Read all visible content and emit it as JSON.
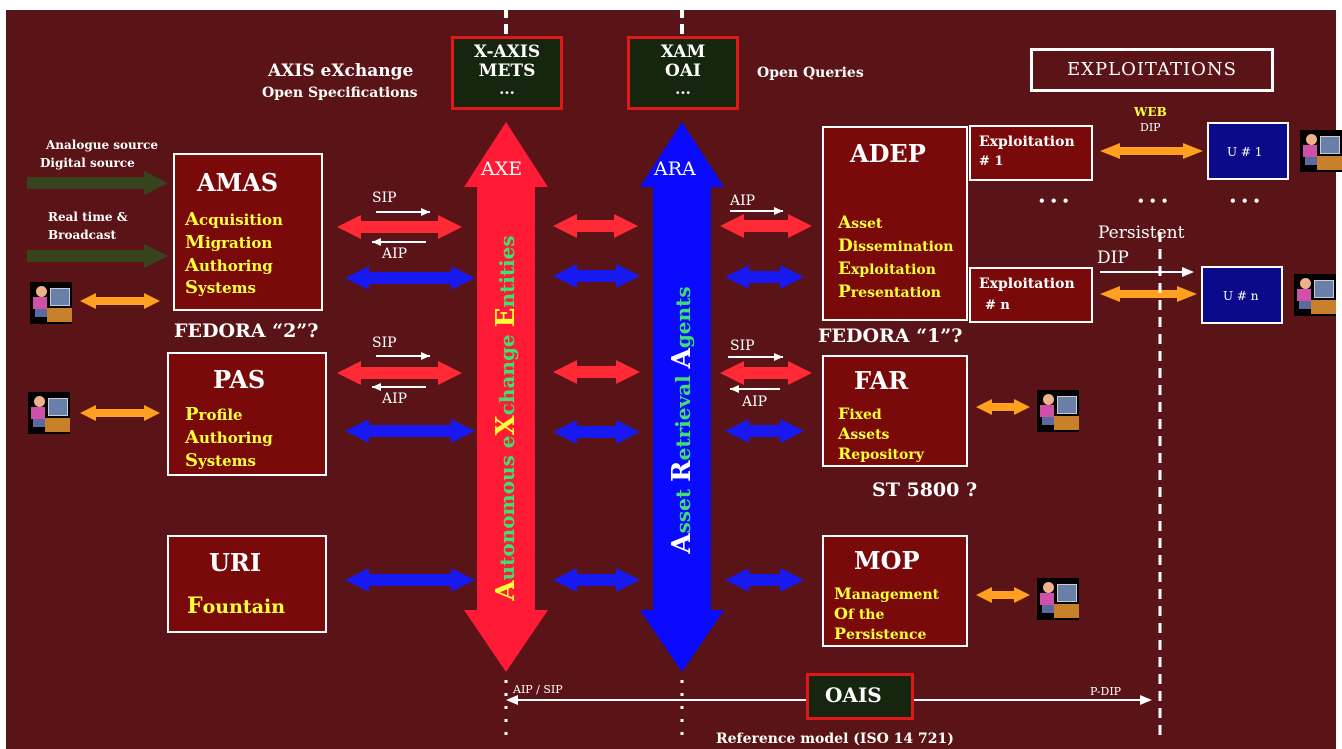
{
  "colors": {
    "background": "#5a1316",
    "box_fill": "#7a0a0a",
    "user_box_fill": "#0a0a8a",
    "doc_fill": "#16260e",
    "doc_border": "#e01818",
    "axe_arrow": "#ff1a35",
    "ara_arrow": "#0a0aff",
    "exchange_red": "#ff2a35",
    "exchange_blue": "#1818f0",
    "user_arrow": "#ffa020",
    "input_arrow": "#36441e",
    "highlight_text": "#ffff3a",
    "axe_label_green": "#3ee070"
  },
  "top": {
    "axis_doc": {
      "lines": [
        "X-AXIS",
        "METS",
        "..."
      ]
    },
    "xam_doc": {
      "lines": [
        "XAM",
        "OAI",
        "..."
      ]
    },
    "axis_caption": [
      "AXIS eXchange",
      "Open Specifications"
    ],
    "open_queries": "Open Queries",
    "exploitations": "EXPLOITATIONS"
  },
  "inputs": {
    "analogue": "Analogue source",
    "digital": "Digital source",
    "realtime": "Real time &",
    "broadcast": "Broadcast"
  },
  "amas": {
    "title": "AMAS",
    "lines": [
      {
        "first": "A",
        "rest": "cquisition"
      },
      {
        "first": "M",
        "rest": "igration"
      },
      {
        "first": "A",
        "rest": "uthoring"
      },
      {
        "first": "S",
        "rest": "ystems"
      }
    ]
  },
  "fedora2": "FEDORA “2”?",
  "pas": {
    "title": "PAS",
    "lines": [
      {
        "first": "P",
        "rest": "rofile"
      },
      {
        "first": "A",
        "rest": "uthoring"
      },
      {
        "first": "S",
        "rest": "ystems"
      }
    ]
  },
  "uri": {
    "title": "URI",
    "first": "F",
    "rest": "ountain"
  },
  "axe": {
    "label": "AXE",
    "vertical": [
      {
        "first": "A",
        "rest": "utonomous "
      },
      {
        "first": "e",
        "rest": ""
      },
      {
        "first": "X",
        "rest": "change "
      },
      {
        "first": "E",
        "rest": "ntities"
      }
    ]
  },
  "ara": {
    "label": "ARA",
    "vertical": [
      {
        "first": "A",
        "rest": "sset "
      },
      {
        "first": "R",
        "rest": "etrieval "
      },
      {
        "first": "A",
        "rest": "gents"
      }
    ]
  },
  "labels": {
    "sip": "SIP",
    "aip": "AIP",
    "web": "WEB",
    "dip": "DIP"
  },
  "adep": {
    "title": "ADEP",
    "lines": [
      {
        "first": "A",
        "rest": "sset"
      },
      {
        "first": "D",
        "rest": "issemination"
      },
      {
        "first": "E",
        "rest": "xploitation"
      },
      {
        "first": "P",
        "rest": "resentation"
      }
    ]
  },
  "fedora1": "FEDORA “1”?",
  "far": {
    "title": "FAR",
    "lines": [
      {
        "first": "F",
        "rest": "ixed"
      },
      {
        "first": "A",
        "rest": "ssets"
      },
      {
        "first": "R",
        "rest": "epository"
      }
    ]
  },
  "st5800": "ST 5800 ?",
  "mop": {
    "title": "MOP",
    "lines": [
      {
        "first": "M",
        "rest": "anagement"
      },
      {
        "first": "O",
        "rest": "f the"
      },
      {
        "first": "P",
        "rest": "ersistence"
      }
    ]
  },
  "exploitation1": {
    "title": "Exploitation",
    "num": "# 1"
  },
  "exploitationn": {
    "title": "Exploitation",
    "num": "# n"
  },
  "u1": "U # 1",
  "un": "U # n",
  "dots": "• • •",
  "persistent": "Persistent",
  "persistent_dip": "DIP",
  "bottom": {
    "oais": "OAIS",
    "aip_sip": "AIP / SIP",
    "pdip": "P-DIP",
    "reference": "Reference model (ISO 14 721)"
  }
}
